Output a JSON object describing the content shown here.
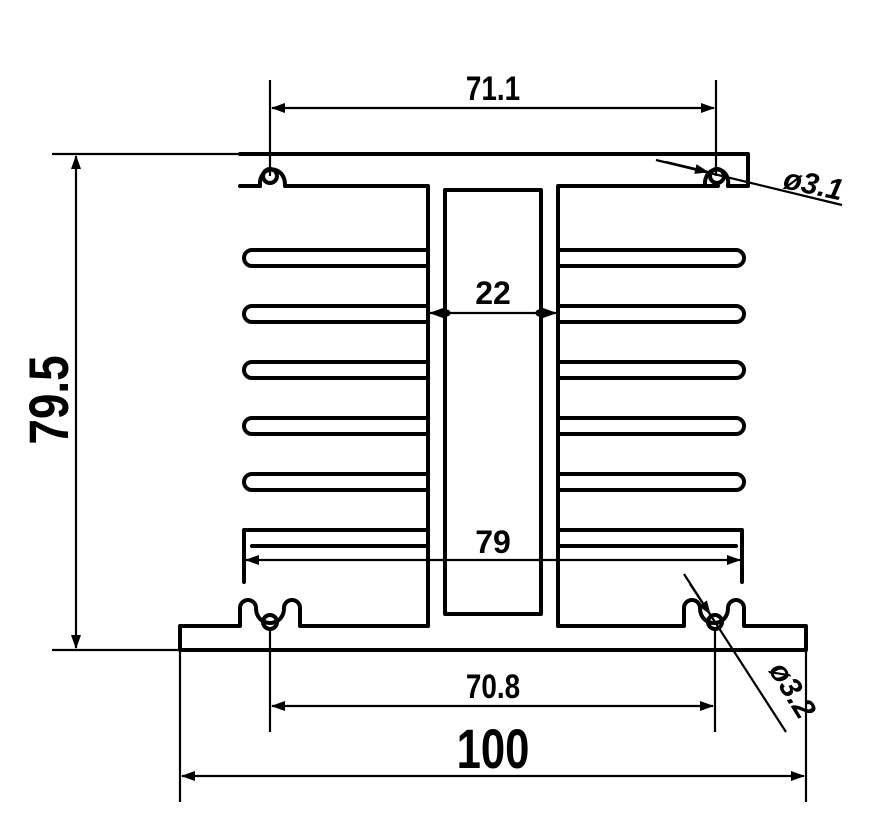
{
  "drawing": {
    "line_color": "#000000",
    "background": "#ffffff",
    "dims": {
      "top_hole_spacing": "71.1",
      "top_hole_diameter": "ø3.1",
      "center_channel_width": "22",
      "inner_fin_span": "79",
      "bottom_hole_spacing": "70.8",
      "bottom_hole_diameter": "ø3.2",
      "overall_width": "100",
      "overall_height": "79.5"
    }
  }
}
